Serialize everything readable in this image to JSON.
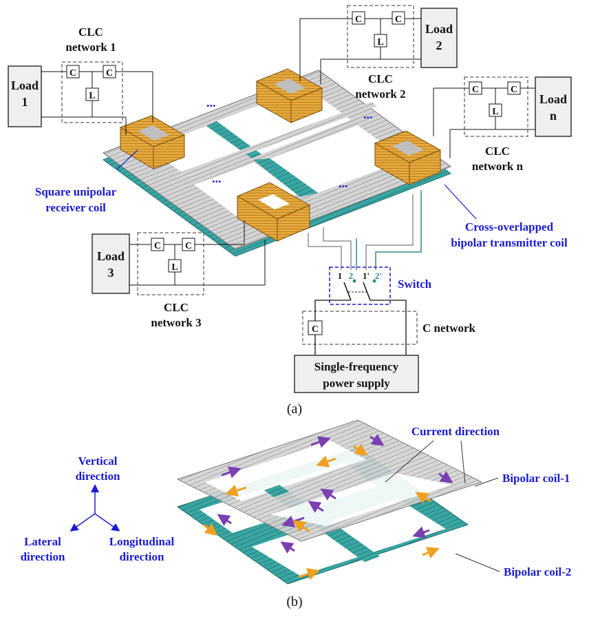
{
  "colors": {
    "coil1": "#c8c8c8",
    "coil2": "#2f9a98",
    "receiver": "#e0a236",
    "arrow_coil1": "#7a3fb0",
    "arrow_coil2": "#f0a020",
    "label_blue": "#1a1ad6",
    "box_fill": "#efefef"
  },
  "panel_a": {
    "loads": [
      {
        "line1": "Load",
        "line2": "1"
      },
      {
        "line1": "Load",
        "line2": "2"
      },
      {
        "line1": "Load",
        "line2": "n"
      },
      {
        "line1": "Load",
        "line2": "3"
      }
    ],
    "networks": [
      {
        "line1": "CLC",
        "line2": "network 1"
      },
      {
        "line1": "CLC",
        "line2": "network 2"
      },
      {
        "line1": "CLC",
        "line2": "network n"
      },
      {
        "line1": "CLC",
        "line2": "network 3"
      }
    ],
    "component_c": "C",
    "component_l": "L",
    "ellipsis": "...",
    "receiver_label": {
      "line1": "Square unipolar",
      "line2": "receiver coil"
    },
    "transmitter_label": {
      "line1": "Cross-overlapped",
      "line2": "bipolar transmitter coil"
    },
    "switch_label": "Switch",
    "switch_terminals": [
      "1",
      "2",
      "1'",
      "2'"
    ],
    "c_network_label": "C network",
    "supply": {
      "line1": "Single-frequency",
      "line2": "power supply"
    },
    "caption": "(a)"
  },
  "panel_b": {
    "axes": {
      "vertical": {
        "line1": "Vertical",
        "line2": "direction"
      },
      "lateral": {
        "line1": "Lateral",
        "line2": "direction"
      },
      "longitudinal": {
        "line1": "Longitudinal",
        "line2": "direction"
      }
    },
    "current_direction": "Current direction",
    "coil1_label": "Bipolar coil-1",
    "coil2_label": "Bipolar coil-2",
    "caption": "(b)"
  }
}
